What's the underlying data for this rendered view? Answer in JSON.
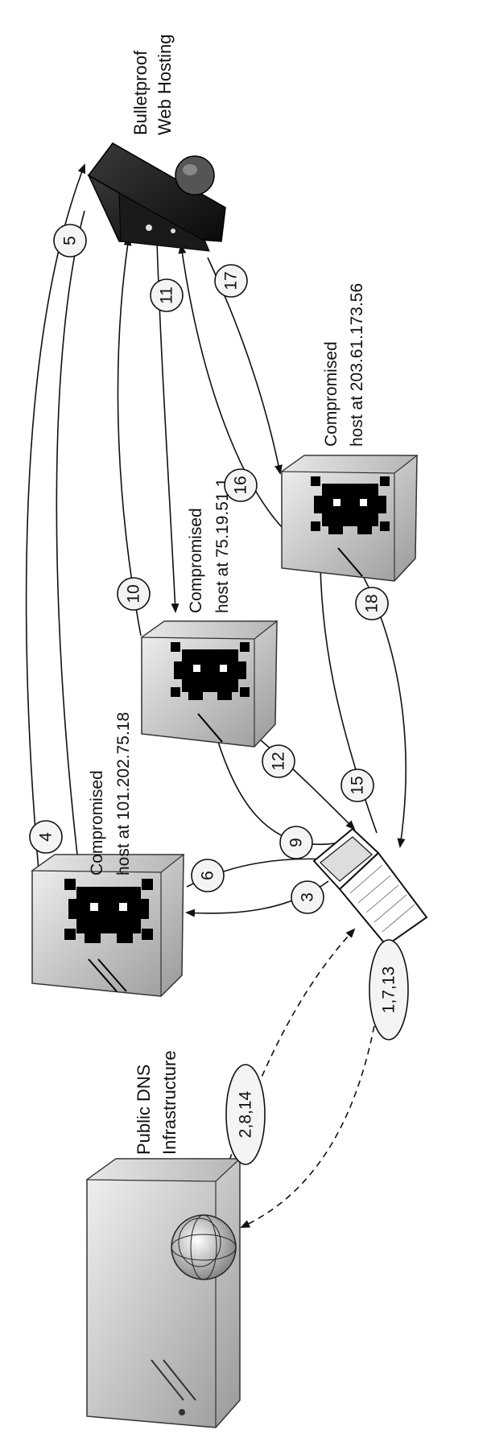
{
  "nodes": {
    "bulletproof": {
      "line1": "Bulletproof",
      "line2": "Web Hosting"
    },
    "host1": {
      "line1": "Compromised",
      "line2": "host at 101.202.75.18"
    },
    "host2": {
      "line1": "Compromised",
      "line2": "host at 75.19.51.1"
    },
    "host3": {
      "line1": "Compromised",
      "line2": "host at 203.61.173.56"
    },
    "dns": {
      "line1": "Public DNS",
      "line2": "Infrastructure"
    }
  },
  "steps": {
    "s1": "1,7,13",
    "s2": "2,8,14",
    "s3": "3",
    "s4": "4",
    "s5": "5",
    "s6": "6",
    "s9": "9",
    "s10": "10",
    "s11": "11",
    "s12": "12",
    "s15": "15",
    "s16": "16",
    "s17": "17",
    "s18": "18"
  }
}
